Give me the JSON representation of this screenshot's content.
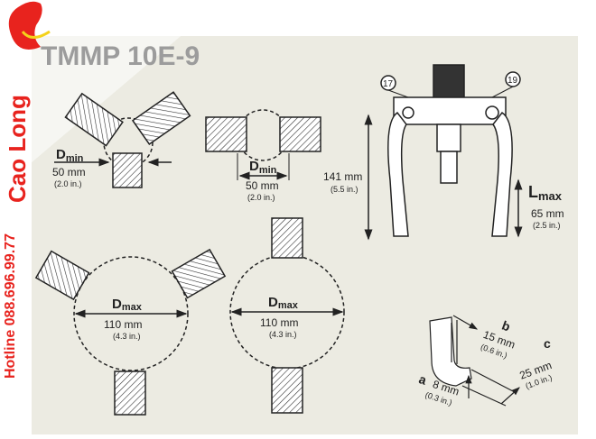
{
  "title": "TMMP 10E-9",
  "watermark": {
    "brand": "Cao Long",
    "hotline": "Hotline 088.696.99.77"
  },
  "colors": {
    "panel": "#ecebe2",
    "line": "#222222",
    "title": "#9c9c9c",
    "watermark": "#e8231e"
  },
  "three_jaw_min": {
    "label": "D",
    "sub": "min",
    "value": "50 mm",
    "imperial": "(2.0 in.)"
  },
  "two_jaw_min": {
    "label": "D",
    "sub": "min",
    "value": "50 mm",
    "imperial": "(2.0 in.)"
  },
  "puller": {
    "part_a": "17",
    "part_b": "19",
    "height": "141 mm",
    "height_imperial": "(5.5 in.)",
    "lmax_label": "L",
    "lmax_sub": "max",
    "lmax_value": "65 mm",
    "lmax_imperial": "(2.5 in.)"
  },
  "three_jaw_max": {
    "label": "D",
    "sub": "max",
    "value": "110 mm",
    "imperial": "(4.3 in.)"
  },
  "two_jaw_max": {
    "label": "D",
    "sub": "max",
    "value": "110 mm",
    "imperial": "(4.3 in.)"
  },
  "jaw_detail": {
    "a_label": "a",
    "a_value": "8 mm",
    "a_imperial": "(0.3 in.)",
    "b_label": "b",
    "b_value": "15 mm",
    "b_imperial": "(0.6 in.)",
    "c_label": "c",
    "c_value": "25 mm",
    "c_imperial": "(1.0 in.)"
  }
}
